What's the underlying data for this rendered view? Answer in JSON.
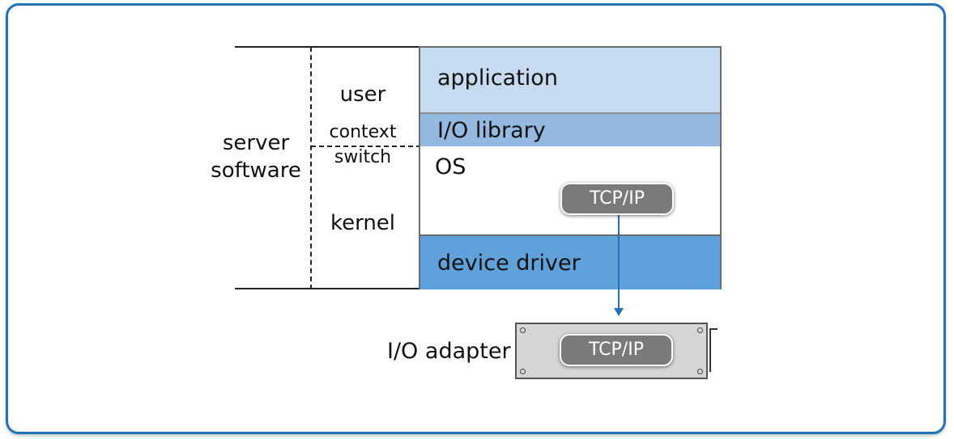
{
  "labels": {
    "server": "server",
    "software": "software",
    "user": "user",
    "context": "context",
    "switch": "switch",
    "kernel": "kernel",
    "io_adapter": "I/O adapter"
  },
  "layers": {
    "application": "application",
    "io_library": "I/O library",
    "os": "OS",
    "device_driver": "device driver"
  },
  "tcpip": {
    "os_label": "TCP/IP",
    "adapter_label": "TCP/IP"
  },
  "colors": {
    "frame": "#1f73b7",
    "application": "#c6daf0",
    "io_library": "#94b9e1",
    "device_driver": "#5fa1da",
    "pill": "#7a7a7a",
    "arrow": "#1f73b7",
    "adapter": "#d6d6d6"
  }
}
